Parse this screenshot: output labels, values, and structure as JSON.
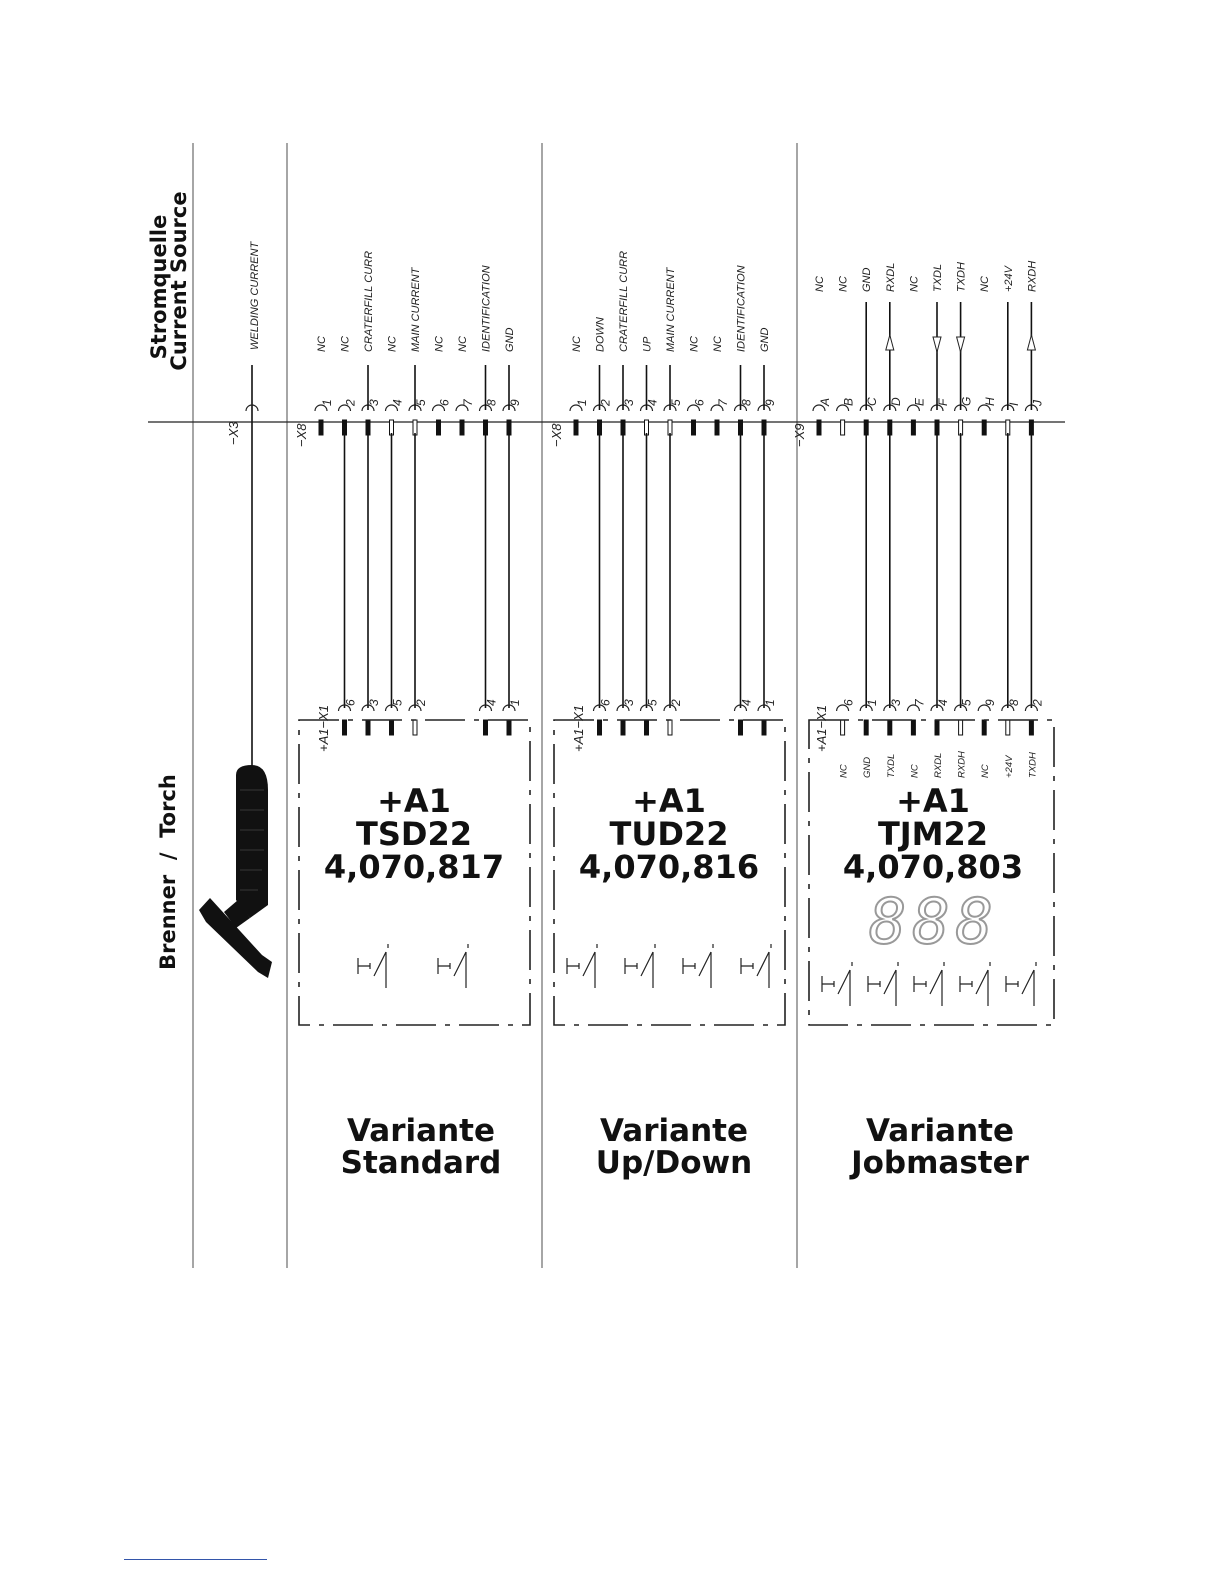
{
  "header": {
    "torch_label": "Brenner  /  Torch",
    "source_label_1": "Stromquelle",
    "source_label_2": "Current Source"
  },
  "x3": {
    "connector": "−X3",
    "signal": "WELDING  CURRENT"
  },
  "variants": [
    {
      "x8_connector": "−X8",
      "x1_connector": "+A1−X1",
      "top_pins": [
        "1",
        "2",
        "3",
        "4",
        "5",
        "6",
        "7",
        "8",
        "9"
      ],
      "signals": [
        "NC",
        "NC",
        "CRATERFILL  CURR",
        "NC",
        "MAIN  CURRENT",
        "NC",
        "NC",
        "IDENTIFICATION",
        "GND"
      ],
      "bottom_pins": [
        "6",
        "3",
        "5",
        "2",
        "4",
        "1"
      ],
      "module": [
        "+A1",
        "TSD22",
        "4,070,817"
      ],
      "caption": [
        "Variante",
        "Standard"
      ]
    },
    {
      "x8_connector": "−X8",
      "x1_connector": "+A1−X1",
      "top_pins": [
        "1",
        "2",
        "3",
        "4",
        "5",
        "6",
        "7",
        "8",
        "9"
      ],
      "signals": [
        "NC",
        "DOWN",
        "CRATERFILL  CURR",
        "UP",
        "MAIN  CURRENT",
        "NC",
        "NC",
        "IDENTIFICATION",
        "GND"
      ],
      "bottom_pins": [
        "6",
        "3",
        "5",
        "2",
        "4",
        "1"
      ],
      "module": [
        "+A1",
        "TUD22",
        "4,070,816"
      ],
      "caption": [
        "Variante",
        "Up/Down"
      ]
    },
    {
      "x9_connector": "−X9",
      "x1_connector": "+A1−X1",
      "top_pins": [
        "A",
        "B",
        "C",
        "D",
        "E",
        "F",
        "G",
        "H",
        "I",
        "J"
      ],
      "signals": [
        "NC",
        "NC",
        "GND",
        "RXDL",
        "NC",
        "TXDL",
        "TXDH",
        "NC",
        "+24V",
        "RXDH"
      ],
      "bottom_pins": [
        "6",
        "1",
        "3",
        "7",
        "4",
        "5",
        "9",
        "8",
        "2"
      ],
      "bottom_signals": [
        "NC",
        "GND",
        "TXDL",
        "NC",
        "RXDL",
        "RXDH",
        "NC",
        "+24V",
        "TXDH"
      ],
      "module": [
        "+A1",
        "TJM22",
        "4,070,803"
      ],
      "display": "888",
      "caption": [
        "Variante",
        "Jobmaster"
      ]
    }
  ]
}
